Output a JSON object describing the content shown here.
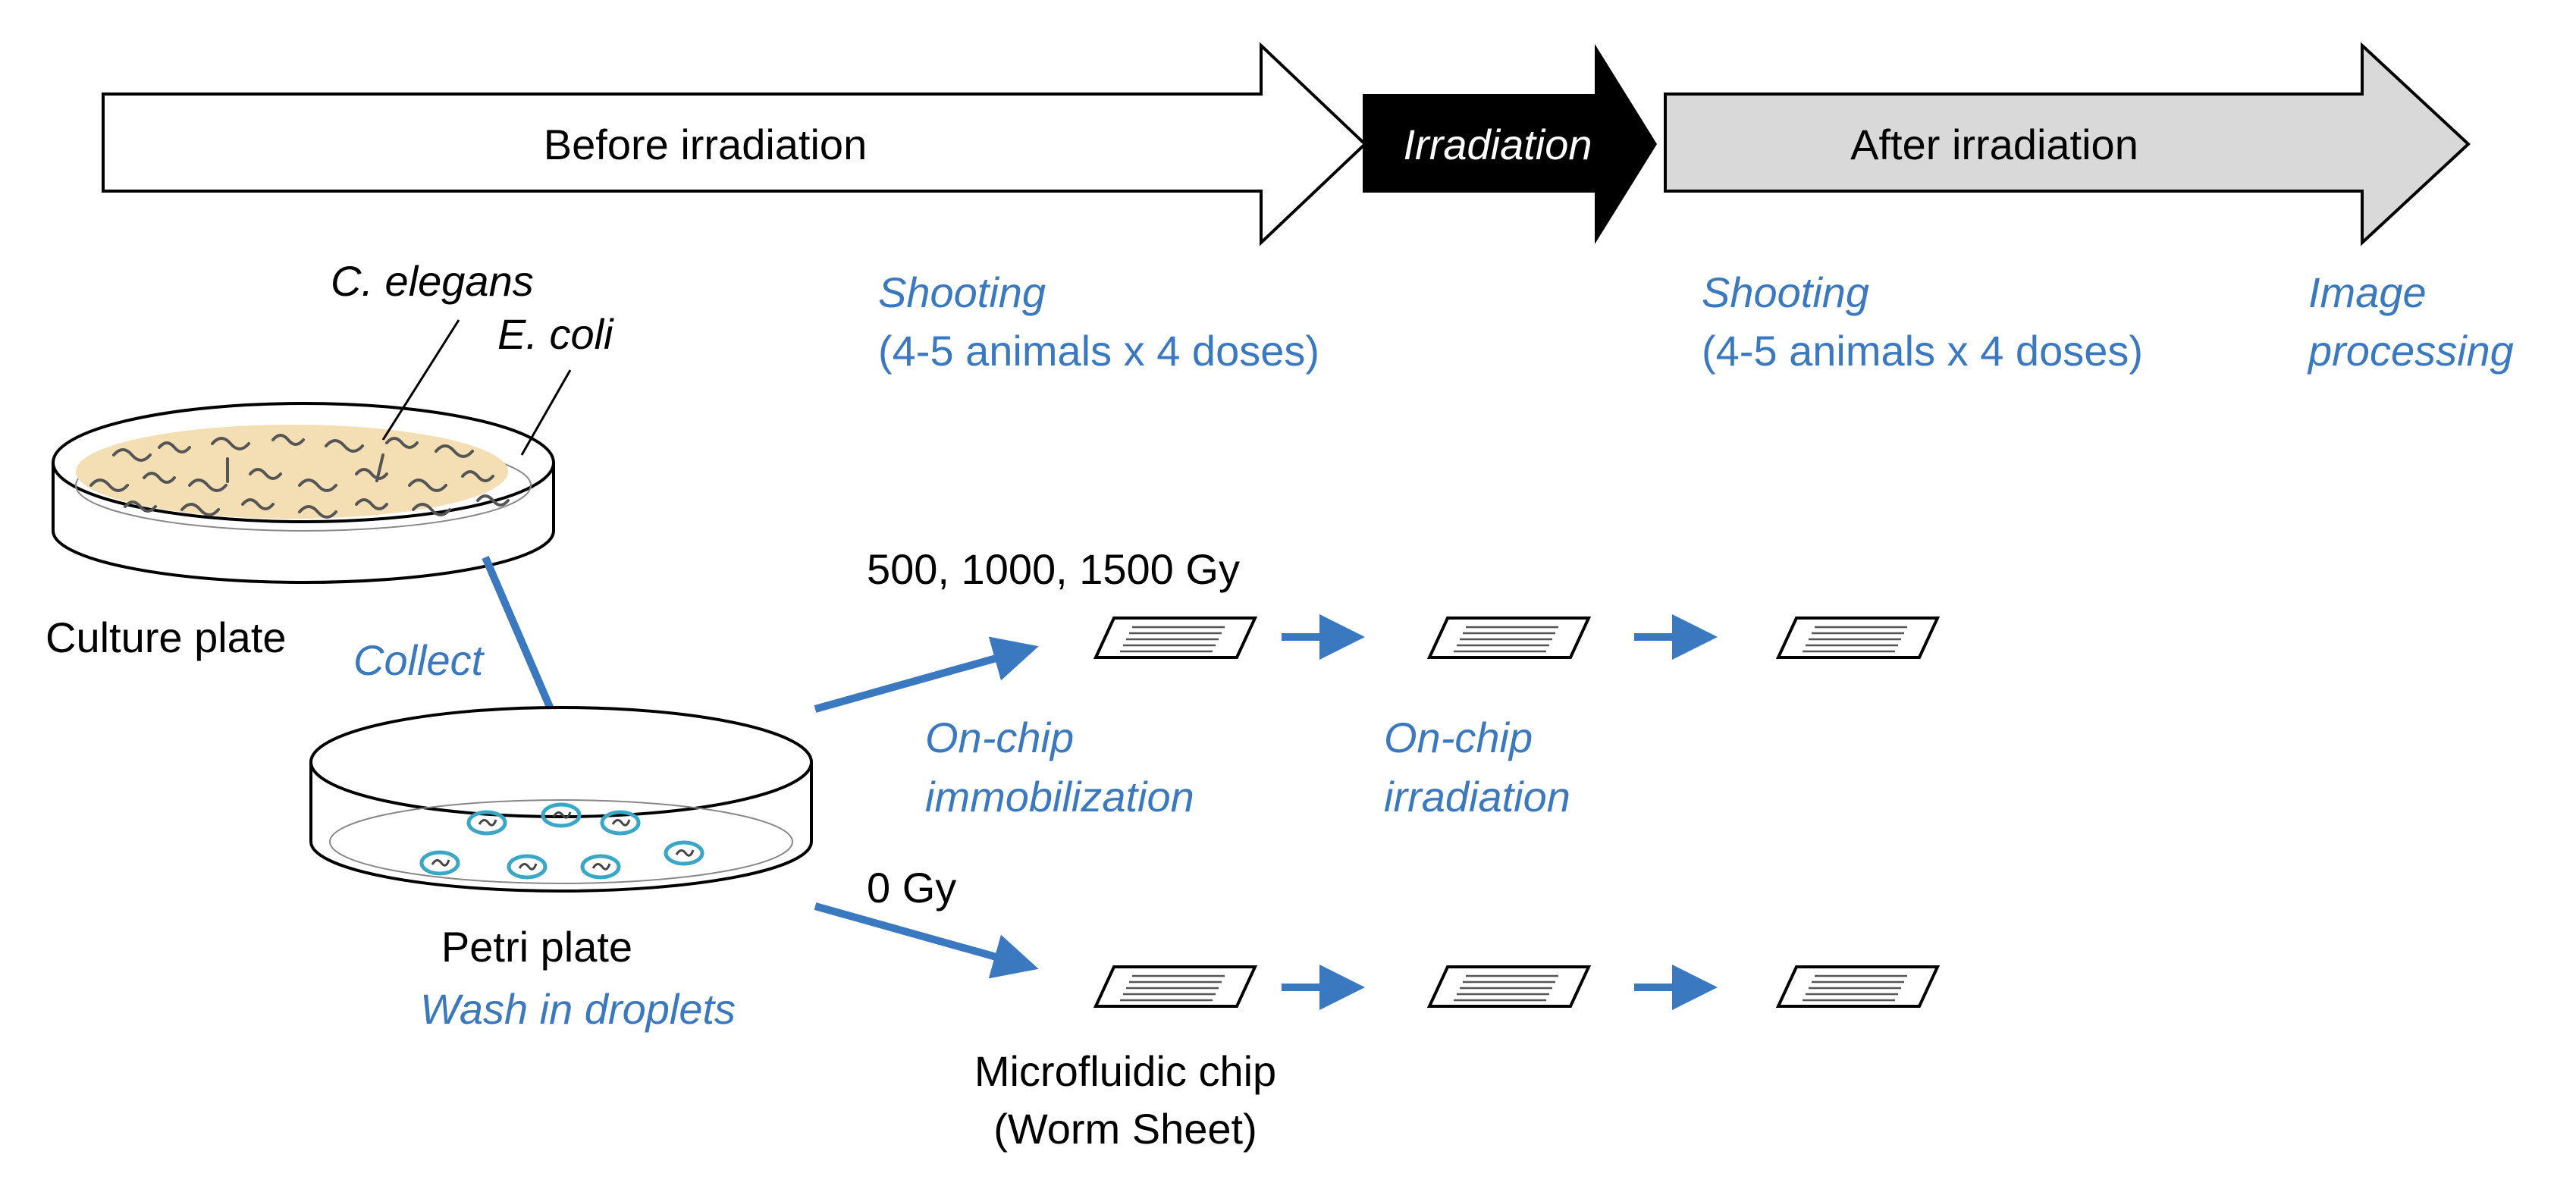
{
  "colors": {
    "accent_blue": "#3a78c0",
    "arrow_blue": "#3a78c0",
    "black": "#000000",
    "gray_arrow": "#d9d9d9",
    "culture_medium": "#f4deb3",
    "worm_stroke": "#555555",
    "droplet": "#3aa7c7"
  },
  "timeline": {
    "before": "Before irradiation",
    "irradiation": "Irradiation",
    "after": "After irradiation"
  },
  "phases": {
    "shooting_before_title": "Shooting",
    "shooting_before_detail": "(4-5 animals x 4 doses)",
    "shooting_after_title": "Shooting",
    "shooting_after_detail": "(4-5 animals x 4 doses)",
    "image_processing_line1": "Image",
    "image_processing_line2": "processing"
  },
  "culture": {
    "c_elegans": "C. elegans",
    "e_coli": "E. coli",
    "culture_plate": "Culture plate",
    "collect": "Collect"
  },
  "petri": {
    "label": "Petri plate",
    "wash": "Wash in droplets"
  },
  "doses": {
    "high": "500, 1000, 1500 Gy",
    "zero": "0 Gy"
  },
  "steps": {
    "immobilization_line1": "On-chip",
    "immobilization_line2": "immobilization",
    "irradiation_line1": "On-chip",
    "irradiation_line2": "irradiation"
  },
  "chip": {
    "label_line1": "Microfluidic chip",
    "label_line2": "(Worm Sheet)"
  },
  "icons": {
    "plate": "petri-dish-icon",
    "chip": "microfluidic-chip-icon",
    "worm": "worm-icon",
    "droplet": "droplet-icon"
  }
}
